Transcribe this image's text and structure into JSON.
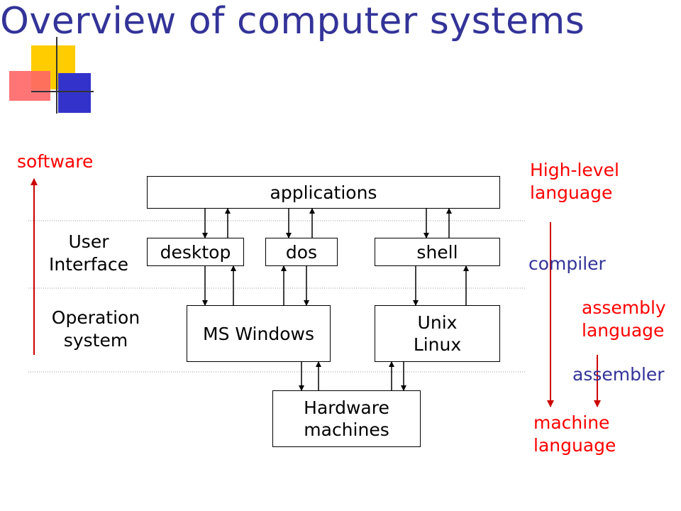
{
  "title": "Overview of computer systems",
  "left_labels": {
    "software": "software",
    "user_interface": [
      "User",
      "Interface"
    ],
    "operation_system": [
      "Operation",
      "system"
    ]
  },
  "boxes": {
    "applications": "applications",
    "desktop": "desktop",
    "dos": "dos",
    "shell": "shell",
    "ms_windows": "MS Windows",
    "unix_linux": [
      "Unix",
      "Linux"
    ],
    "hardware": [
      "Hardware",
      "machines"
    ]
  },
  "right_labels": {
    "high_level": [
      "High-level",
      "language"
    ],
    "compiler": "compiler",
    "assembly": [
      "assembly",
      "language"
    ],
    "assembler": "assembler",
    "machine": [
      "machine",
      "language"
    ]
  },
  "colors": {
    "title": "#333399",
    "red_text": "#ff0000",
    "navy_text": "#333399",
    "red_arrow": "#cc0000",
    "logo_yellow": "#ffcc00",
    "logo_red": "#ff5555",
    "logo_blue": "#3333cc"
  }
}
